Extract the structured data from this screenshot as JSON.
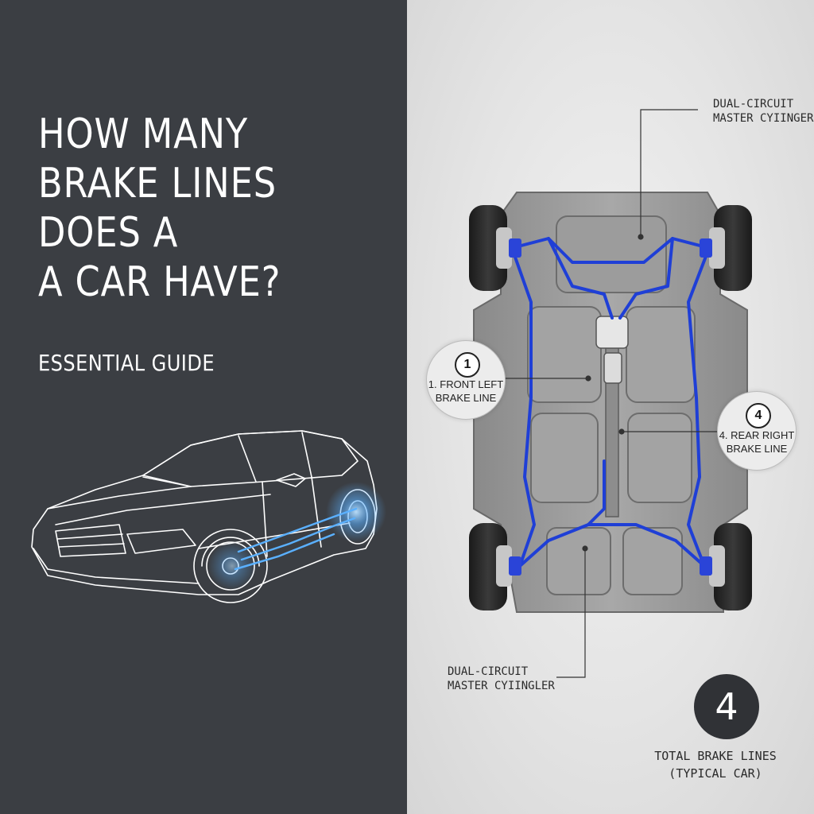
{
  "headline": {
    "lines": [
      "HOW MANY",
      "BRAKE LINES",
      "DOES A",
      "A CAR HAVE?"
    ],
    "subtitle": "ESSENTIAL GUIDE"
  },
  "diagram": {
    "top_label": [
      "DUAL-CIRCUIT",
      "MASTER CYIINGER"
    ],
    "bottom_label": [
      "DUAL-CIRCUIT",
      "MASTER CYIINGLER"
    ],
    "callouts": [
      {
        "number": "1",
        "lines": [
          "1. FRONT LEFT",
          "BRAKE LINE"
        ]
      },
      {
        "number": "4",
        "lines": [
          "4. REAR RIGHT",
          "BRAKE LINE"
        ]
      }
    ],
    "total": {
      "value": "4",
      "lines": [
        "TOTAL BRAKE LINES",
        "(TYPICAL CAR)"
      ]
    }
  },
  "colors": {
    "left_background": "#3b3e43",
    "right_background": "#e4e4e4",
    "brake_line": "#1f3fd6",
    "glow": "#5ab0ff"
  }
}
